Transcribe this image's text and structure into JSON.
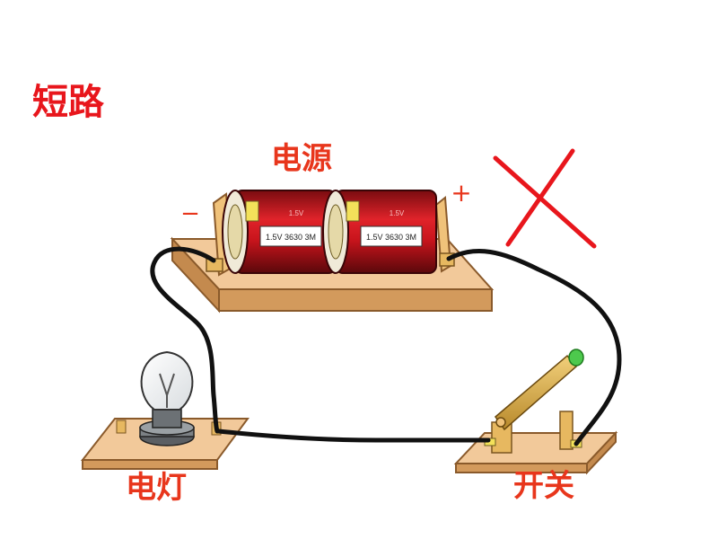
{
  "title": "短路",
  "labels": {
    "power_source": "电源",
    "lamp": "电灯",
    "switch": "开关"
  },
  "polarity": {
    "negative": "−",
    "positive": "+"
  },
  "battery_text": {
    "brand": "1.5V",
    "model": "1.5V 3630 3M"
  },
  "colors": {
    "label_red": "#e8361c",
    "title_red": "#e8161c",
    "battery_red": "#c8141c",
    "board_wood": "#eebd88",
    "wire": "#111111",
    "cross_red": "#e8161c"
  },
  "icons": [
    "battery-icon",
    "lamp-icon",
    "knife-switch-icon",
    "cross-mark-icon"
  ]
}
